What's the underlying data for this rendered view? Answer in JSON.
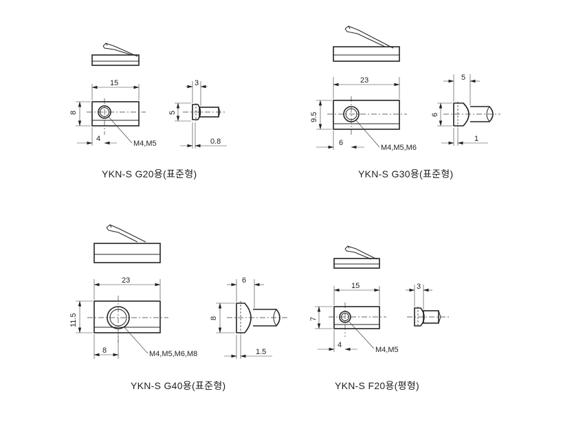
{
  "captions": {
    "g20": "YKN-S G20용(표준형)",
    "g30": "YKN-S G30용(표준형)",
    "g40": "YKN-S G40용(표준형)",
    "f20": "YKN-S F20용(평형)"
  },
  "dims": {
    "g20": {
      "length": "15",
      "height": "8",
      "offset": "4",
      "thread": "M4,M5",
      "side_top": "3",
      "side_height": "5",
      "side_bottom": "0.8"
    },
    "g30": {
      "length": "23",
      "height": "9.5",
      "offset": "6",
      "thread": "M4,M5,M6",
      "side_top": "5",
      "side_height": "6",
      "side_bottom": "1"
    },
    "g40": {
      "length": "23",
      "height": "11.5",
      "offset": "8",
      "thread": "M4,M5,M6,M8",
      "side_top": "6",
      "side_height": "8",
      "side_bottom": "1.5"
    },
    "f20": {
      "length": "15",
      "height": "7",
      "offset": "4",
      "thread": "M4,M5",
      "side_top": "3"
    }
  }
}
